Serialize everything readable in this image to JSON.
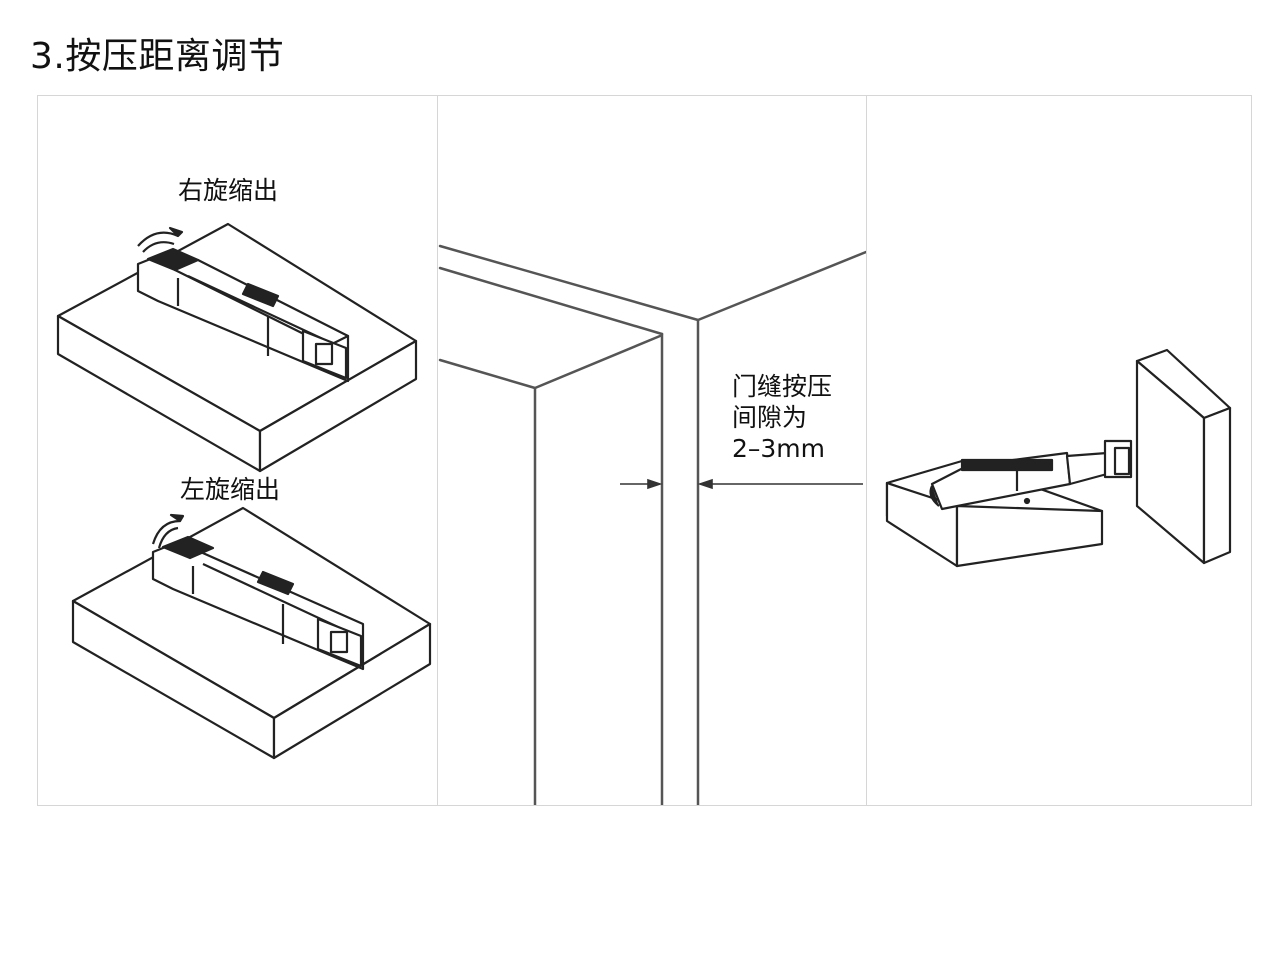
{
  "title": "3.按压距离调节",
  "panel_left": {
    "label_top": "右旋缩出",
    "label_bottom": "左旋缩出"
  },
  "panel_middle": {
    "gap_label_lines": [
      "门缝按压",
      "间隙为",
      "2–3mm"
    ]
  },
  "colors": {
    "line": "#222222",
    "panel_border": "#d6d6d6",
    "background": "#ffffff"
  }
}
